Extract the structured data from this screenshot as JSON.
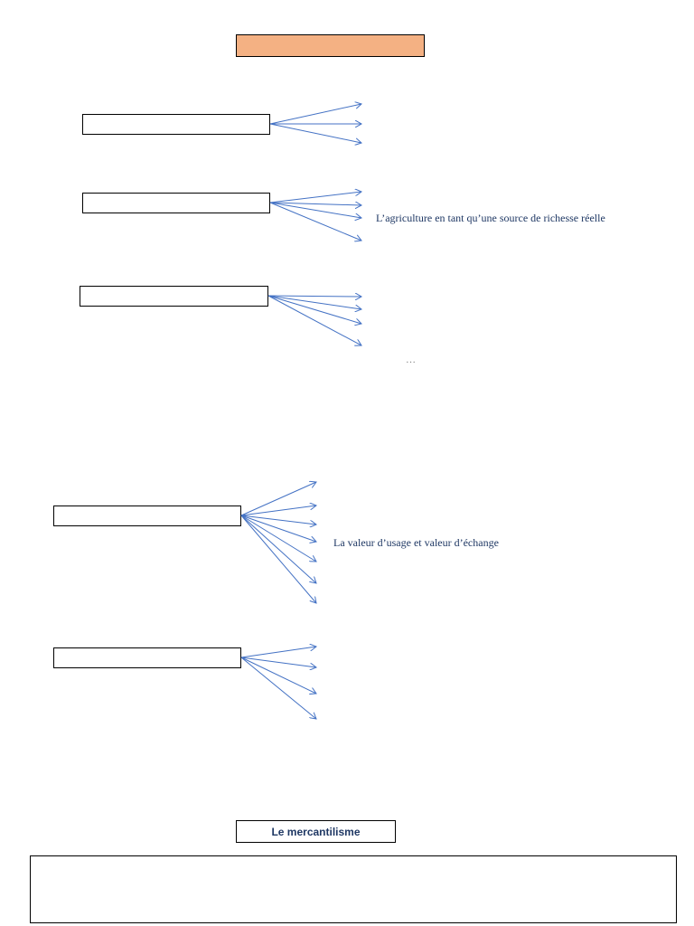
{
  "title": "",
  "groups": [
    {
      "box": "",
      "labels": []
    },
    {
      "box": "",
      "labels": [
        "L’agriculture en tant qu’une source de richesse réelle"
      ]
    },
    {
      "box": "",
      "labels": [
        "…"
      ]
    },
    {
      "box": "",
      "labels": [
        "La valeur d’usage et valeur d’échange"
      ]
    },
    {
      "box": "",
      "labels": []
    }
  ],
  "section_title": "Le mercantilisme",
  "section_body": "",
  "colors": {
    "arrow": "#4472C4",
    "title_fill": "#F4B183",
    "text": "#1F3864"
  }
}
